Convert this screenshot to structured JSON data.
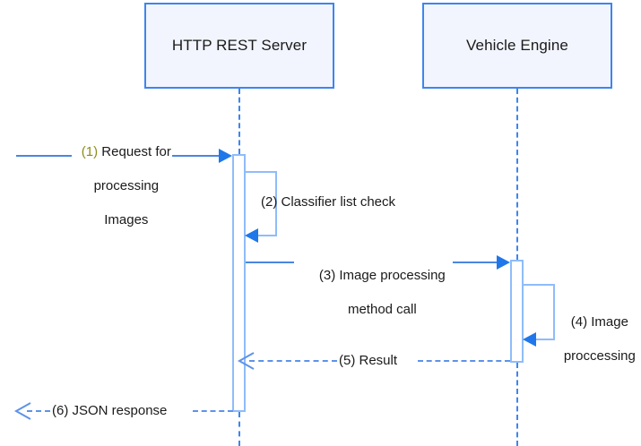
{
  "diagram": {
    "title": "HTTP REST Server / Vehicle Engine sequence diagram",
    "type": "uml-sequence-diagram",
    "colors": {
      "participant_fill": "#f2f5fd",
      "participant_border": "#3d85f0",
      "lifeline": "#3d85f0",
      "activation_border": "#8fbcfa",
      "arrow": "#1f77ea",
      "message_line": "#5e93e8",
      "number_accent": "#8c8c1e",
      "text": "#1a1a1a",
      "background": "#ffffff"
    }
  },
  "participants": [
    {
      "id": "server",
      "label": "HTTP REST Server"
    },
    {
      "id": "engine",
      "label": "Vehicle Engine"
    }
  ],
  "messages": [
    {
      "number": "(1)",
      "text": " Request for\nprocessing\nImages",
      "line1": "(1) Request for",
      "line2": "processing",
      "line3": "Images",
      "from": "actor",
      "to": "server",
      "style": "solid",
      "arrow": "filled",
      "number_color": "olive"
    },
    {
      "number": "(2)",
      "text": " Classifier list check",
      "full": "(2) Classifier list check",
      "from": "server",
      "to": "server",
      "style": "solid",
      "arrow": "filled",
      "self": true
    },
    {
      "number": "(3)",
      "text": " Image processing\nmethod call",
      "line1": "(3) Image processing",
      "line2": "method call",
      "from": "server",
      "to": "engine",
      "style": "solid",
      "arrow": "filled"
    },
    {
      "number": "(4)",
      "text": " Image\nproccessing",
      "line1": "(4) Image",
      "line2": "proccessing",
      "from": "engine",
      "to": "engine",
      "style": "solid",
      "arrow": "filled",
      "self": true
    },
    {
      "number": "(5)",
      "text": " Result",
      "full": "(5) Result",
      "from": "engine",
      "to": "server",
      "style": "dashed",
      "arrow": "open"
    },
    {
      "number": "(6)",
      "text": " JSON response",
      "full": "(6) JSON response",
      "from": "server",
      "to": "actor",
      "style": "dashed",
      "arrow": "open"
    }
  ]
}
